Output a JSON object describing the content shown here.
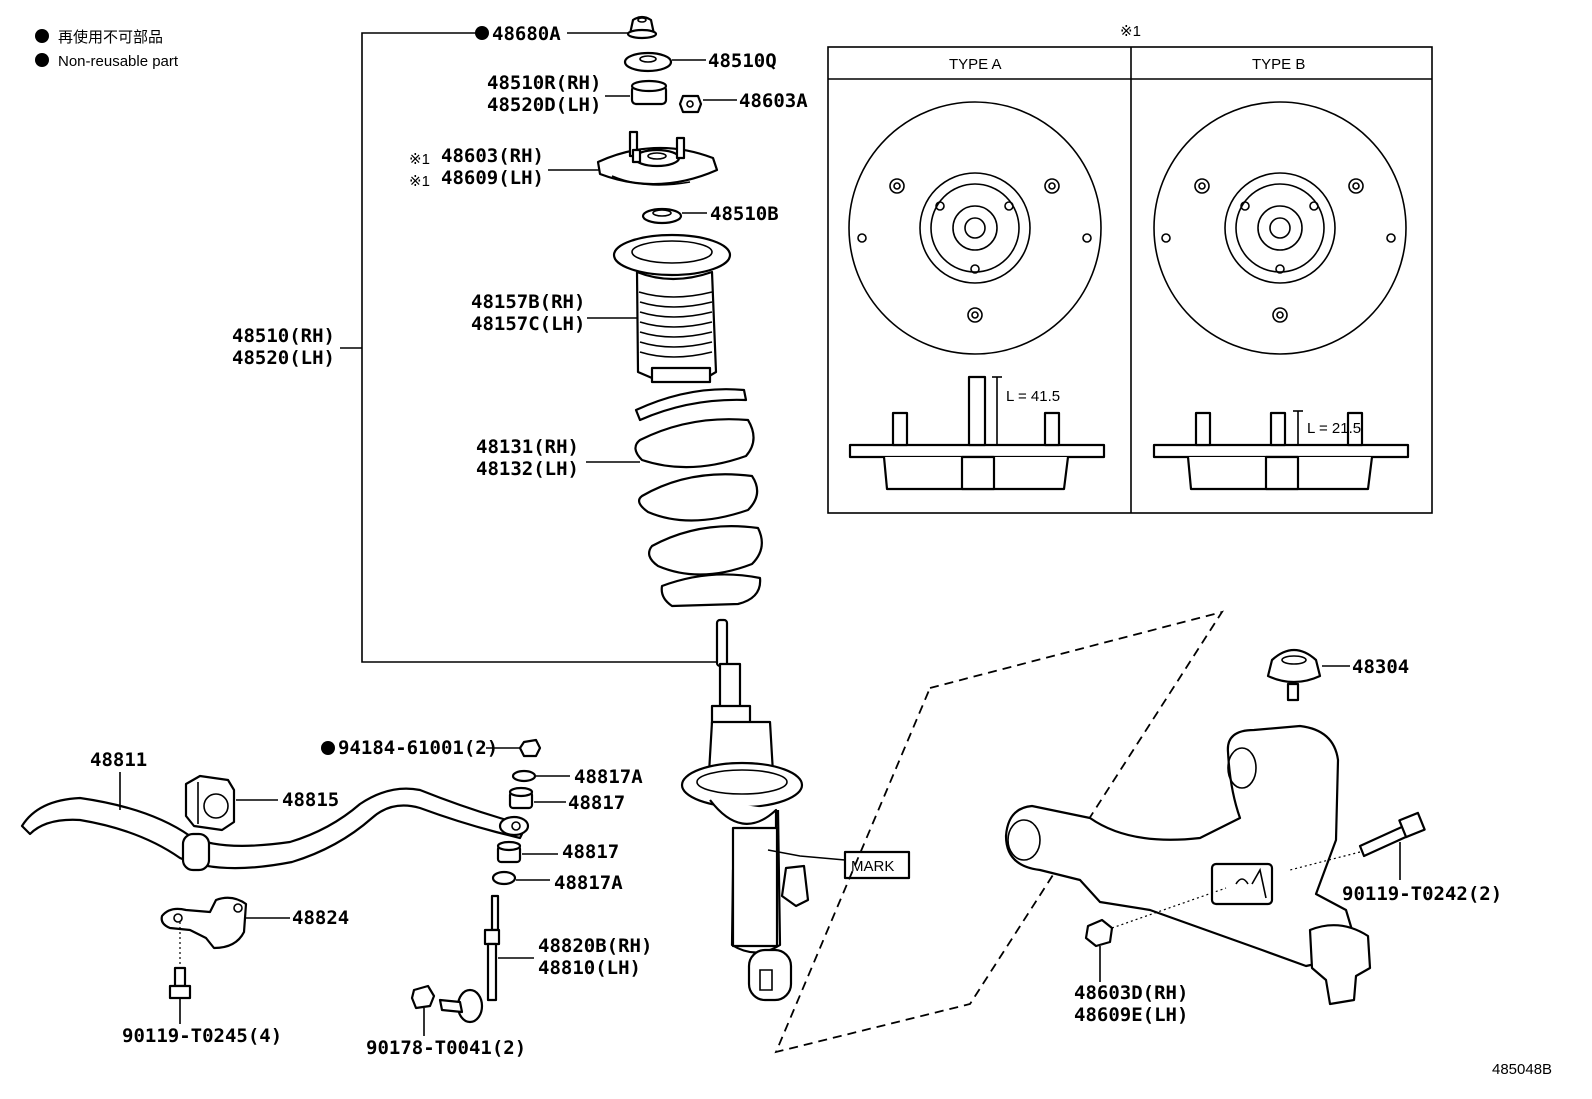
{
  "legend": {
    "non_reusable_jp": "再使用不可部品",
    "non_reusable_en": "Non-reusable part"
  },
  "note_marker": "※1",
  "type_box": {
    "header": "※1",
    "type_a": "TYPE A",
    "type_b": "TYPE B",
    "length_a": "L = 41.5",
    "length_b": "L = 21.5"
  },
  "parts": {
    "p48680A": "48680A",
    "p48510Q": "48510Q",
    "p48510R": "48510R(RH)",
    "p48520D": "48520D(LH)",
    "p48603A": "48603A",
    "p48603": "48603(RH)",
    "p48609": "48609(LH)",
    "p48510B": "48510B",
    "p48157B": "48157B(RH)",
    "p48157C": "48157C(LH)",
    "p48510": "48510(RH)",
    "p48520": "48520(LH)",
    "p48131": "48131(RH)",
    "p48132": "48132(LH)",
    "p48811": "48811",
    "p48815": "48815",
    "p94184": "94184-61001(2)",
    "p48817A_1": "48817A",
    "p48817_1": "48817",
    "p48817_2": "48817",
    "p48817A_2": "48817A",
    "p48824": "48824",
    "p48820B": "48820B(RH)",
    "p48810": "48810(LH)",
    "p90119_0245": "90119-T0245(4)",
    "p90178": "90178-T0041(2)",
    "mark": "MARK",
    "p48304": "48304",
    "p90119_0242": "90119-T0242(2)",
    "p48603D": "48603D(RH)",
    "p48609E": "48609E(LH)"
  },
  "figure_code": "485048B"
}
